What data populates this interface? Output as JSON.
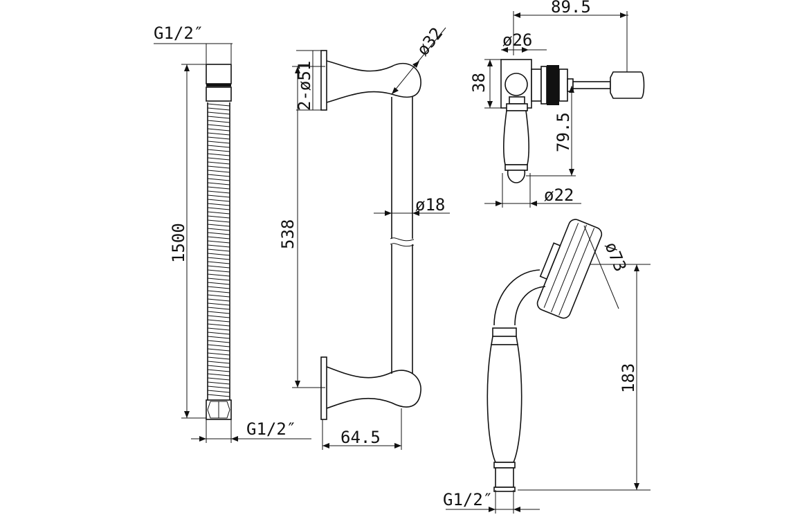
{
  "drawing": {
    "hose": {
      "label_top": "G1/2″",
      "length_label": "1500",
      "label_bottom": "G1/2″"
    },
    "riser_rail": {
      "height_label": "538",
      "bracket_bolt_label": "2-ø51",
      "bracket_dia_label": "ø32",
      "rail_dia_label": "ø18",
      "projection_label": "64.5"
    },
    "outlet_valve": {
      "width_label": "89.5",
      "body_dia_label": "ø26",
      "body_height_label": "38",
      "drop_label": "79.5",
      "outlet_dia_label": "ø22"
    },
    "handset": {
      "head_dia_label": "ø73",
      "length_label": "183",
      "connection_label": "G1/2″"
    }
  }
}
